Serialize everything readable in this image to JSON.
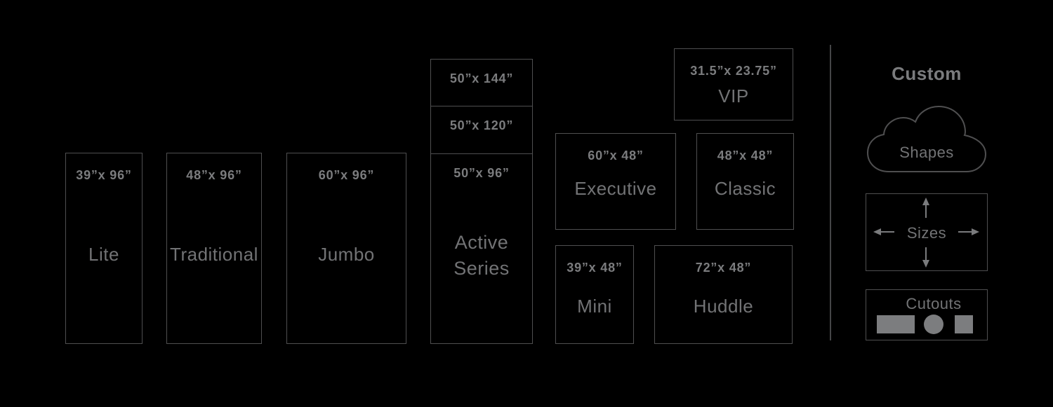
{
  "products": {
    "lite": {
      "dimensions": "39”x 96”",
      "name": "Lite"
    },
    "traditional": {
      "dimensions": "48”x 96”",
      "name": "Traditional"
    },
    "jumbo": {
      "dimensions": "60”x 96”",
      "name": "Jumbo"
    },
    "active_series": {
      "size_options": [
        "50”x 144”",
        "50”x 120”",
        "50”x 96”"
      ],
      "name_line1": "Active",
      "name_line2": "Series"
    },
    "vip": {
      "dimensions": "31.5”x 23.75”",
      "name": "VIP"
    },
    "executive": {
      "dimensions": "60”x 48”",
      "name": "Executive"
    },
    "classic": {
      "dimensions": "48”x 48”",
      "name": "Classic"
    },
    "mini": {
      "dimensions": "39”x 48”",
      "name": "Mini"
    },
    "huddle": {
      "dimensions": "72”x 48”",
      "name": "Huddle"
    }
  },
  "custom": {
    "title": "Custom",
    "shapes_label": "Shapes",
    "sizes_label": "Sizes",
    "cutouts_label": "Cutouts"
  },
  "colors": {
    "background": "#000000",
    "box_border": "#4f4f50",
    "dimension_text": "#7b7c7e",
    "name_text": "#727375",
    "cutout_fill": "#7c7d7f"
  }
}
